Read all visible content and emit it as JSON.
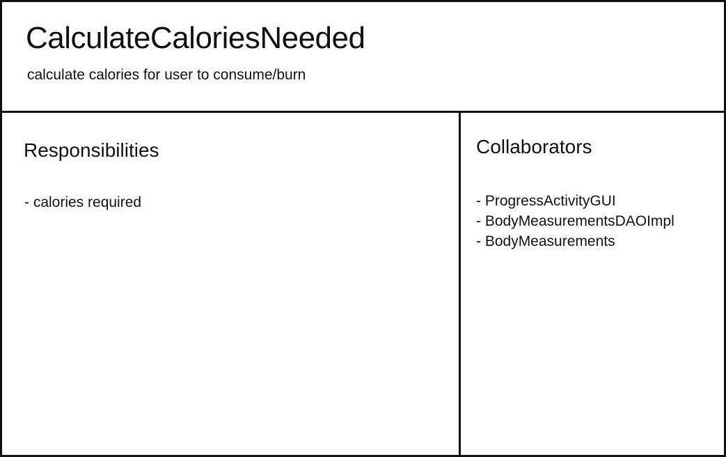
{
  "card": {
    "class_name": "CalculateCaloriesNeeded",
    "description": "calculate calories for user to consume/burn"
  },
  "responsibilities": {
    "title": "Responsibilities",
    "items": [
      "- calories required"
    ]
  },
  "collaborators": {
    "title": "Collaborators",
    "items": [
      "- ProgressActivityGUI",
      "- BodyMeasurementsDAOImpl",
      "- BodyMeasurements"
    ]
  }
}
